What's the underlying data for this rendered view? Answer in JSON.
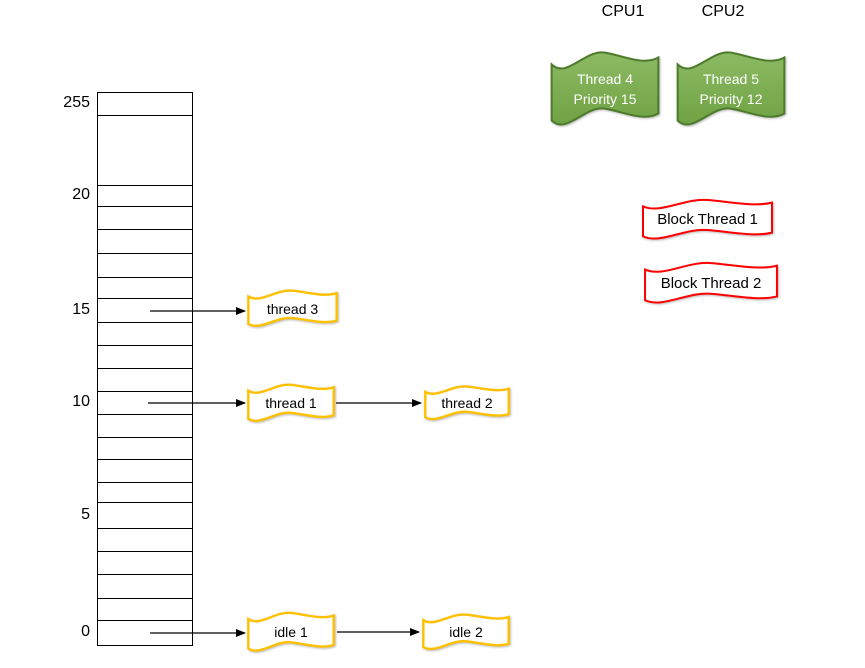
{
  "diagram": {
    "cpus": {
      "cpu1_label": "CPU1",
      "cpu2_label": "CPU2"
    },
    "running_threads": {
      "cpu1": {
        "name": "Thread 4",
        "priority": "Priority 15"
      },
      "cpu2": {
        "name": "Thread 5",
        "priority": "Priority 12"
      }
    },
    "blocked_threads": {
      "block1_label": "Block Thread 1",
      "block2_label": "Block Thread 2"
    },
    "priority_ladder": {
      "labels": {
        "p255": "255",
        "p20": "20",
        "p15": "15",
        "p10": "10",
        "p5": "5",
        "p0": "0"
      }
    },
    "ready_queues": {
      "priority15": {
        "thread1": "thread 3"
      },
      "priority10": {
        "thread1": "thread 1",
        "thread2": "thread 2"
      },
      "priority0": {
        "thread1": "idle 1",
        "thread2": "idle 2"
      }
    },
    "colors": {
      "ready_queue_outline": "#FFC000",
      "running_fill": "#7BAC4F",
      "running_outline": "#4E7A2C",
      "blocked_outline": "#FF0000",
      "connector": "#000000"
    }
  }
}
